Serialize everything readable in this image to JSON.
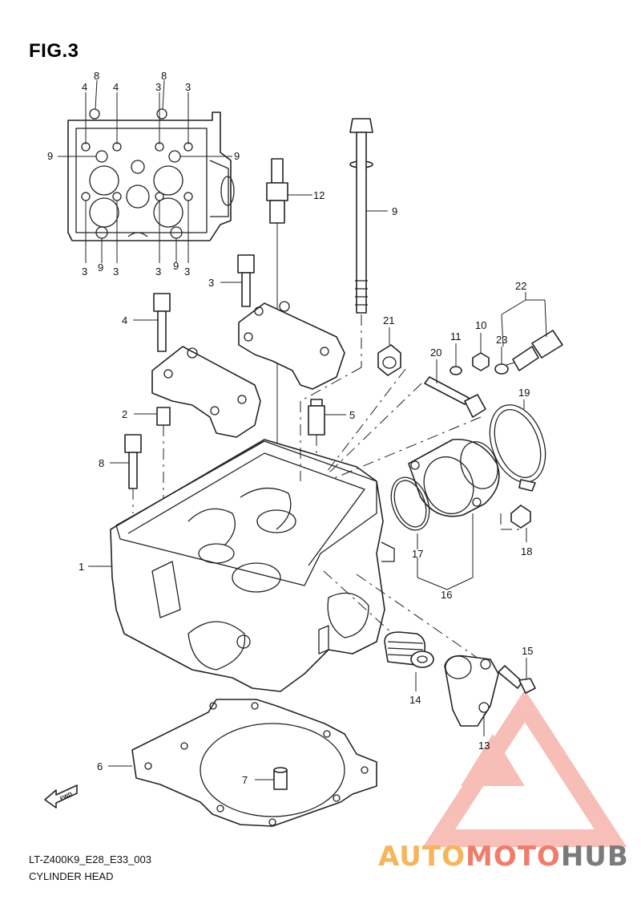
{
  "figure": {
    "title": "FIG.3",
    "code": "LT-Z400K9_E28_E33_003",
    "name": "CYLINDER HEAD"
  },
  "watermark": {
    "part1": "AUTO",
    "part2": "MOTO",
    "part3": "HUB",
    "colors": {
      "auto": "#f6b45c",
      "moto": "#ef7d6c",
      "hub": "#7b7b7b"
    }
  },
  "fwd_label": "FWD",
  "callouts": {
    "c1": "1",
    "c2": "2",
    "c3": "3",
    "c4": "4",
    "c5": "5",
    "c6": "6",
    "c7": "7",
    "c8": "8",
    "c9": "9",
    "c12": "12",
    "c13": "13",
    "c14": "14",
    "c15": "15",
    "c16": "16",
    "c17": "17",
    "c18": "18",
    "c19": "19",
    "c20": "20",
    "c21": "21",
    "c22": "22",
    "c23": "23",
    "c10": "10",
    "c11": "11"
  },
  "inset_labels": {
    "top": [
      "4",
      "8",
      "4",
      "3",
      "8",
      "3"
    ],
    "left": "9",
    "right": "9",
    "bottom": [
      "3",
      "9",
      "3",
      "3",
      "9",
      "3"
    ]
  }
}
